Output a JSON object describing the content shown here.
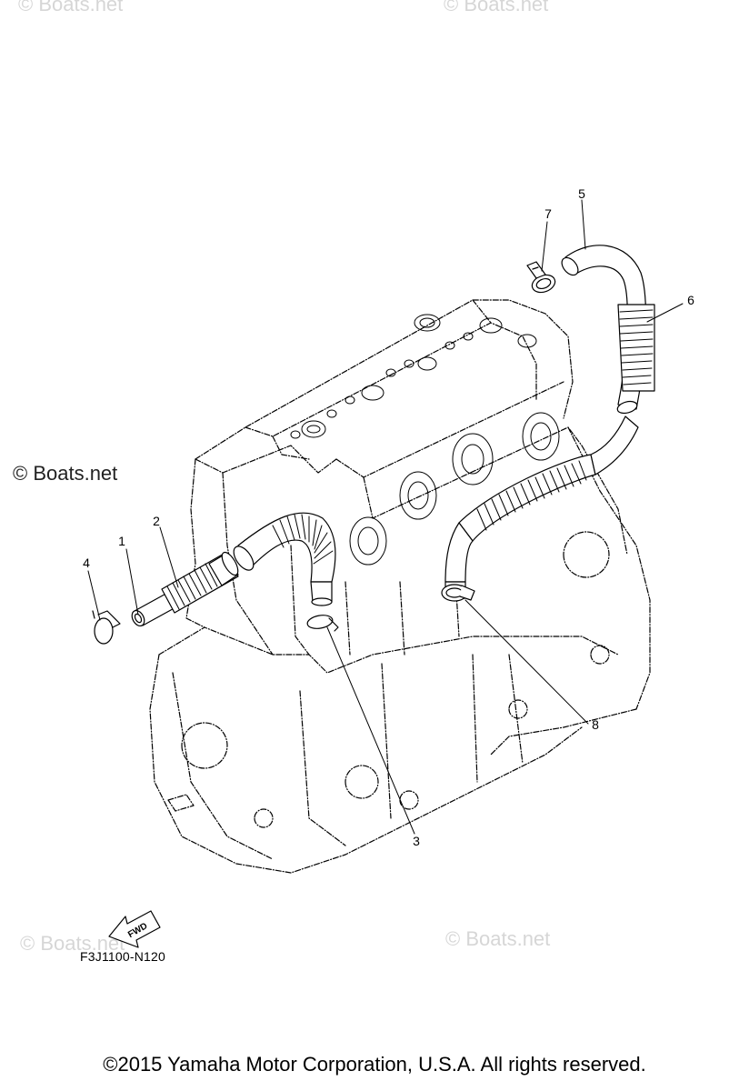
{
  "watermarks": {
    "top_left": "© Boats.net",
    "top_right": "© Boats.net",
    "main": "© Boats.net",
    "bottom_left": "© Boats.net",
    "bottom_right": "© Boats.net"
  },
  "callouts": [
    "1",
    "2",
    "3",
    "4",
    "5",
    "6",
    "7",
    "8"
  ],
  "fwd_label": "FWD",
  "diagram_code": "F3J1100-N120",
  "copyright": "©2015 Yamaha Motor Corporation, U.S.A. All rights reserved."
}
